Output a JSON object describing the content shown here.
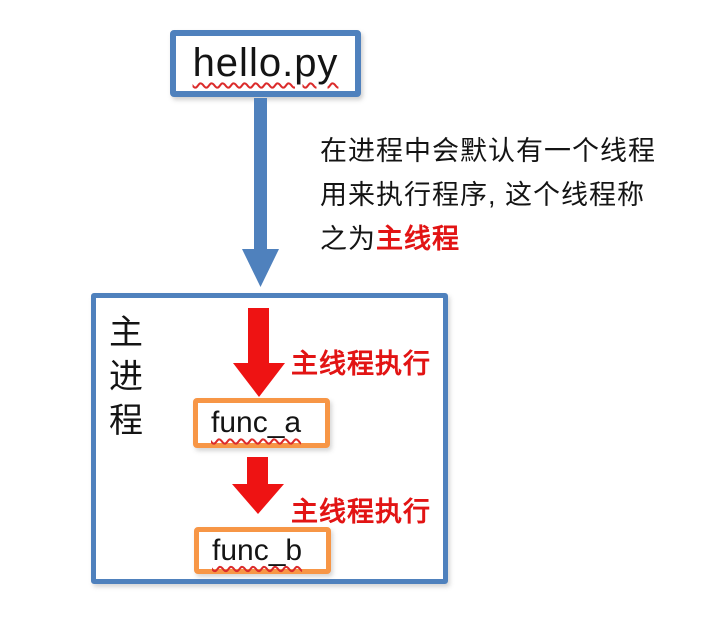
{
  "diagram": {
    "colors": {
      "blue": "#4F81BD",
      "orange": "#F79646",
      "red": "#EE1313",
      "highlight_red": "#E21414",
      "squiggle_red": "#DB2B2B",
      "ink": "#141414"
    },
    "file_box": {
      "label": "hello.py"
    },
    "annotation": {
      "line1": "在进程中会默认有一个线程",
      "line2": "用来执行程序, 这个线程称",
      "line3_prefix": "之为",
      "line3_highlight": "主线程"
    },
    "process_box": {
      "label": "主进程"
    },
    "flow": {
      "arrow1_label": "主线程执行",
      "func_a_label": "func_a",
      "arrow2_label": "主线程执行",
      "func_b_label": "func_b"
    }
  }
}
